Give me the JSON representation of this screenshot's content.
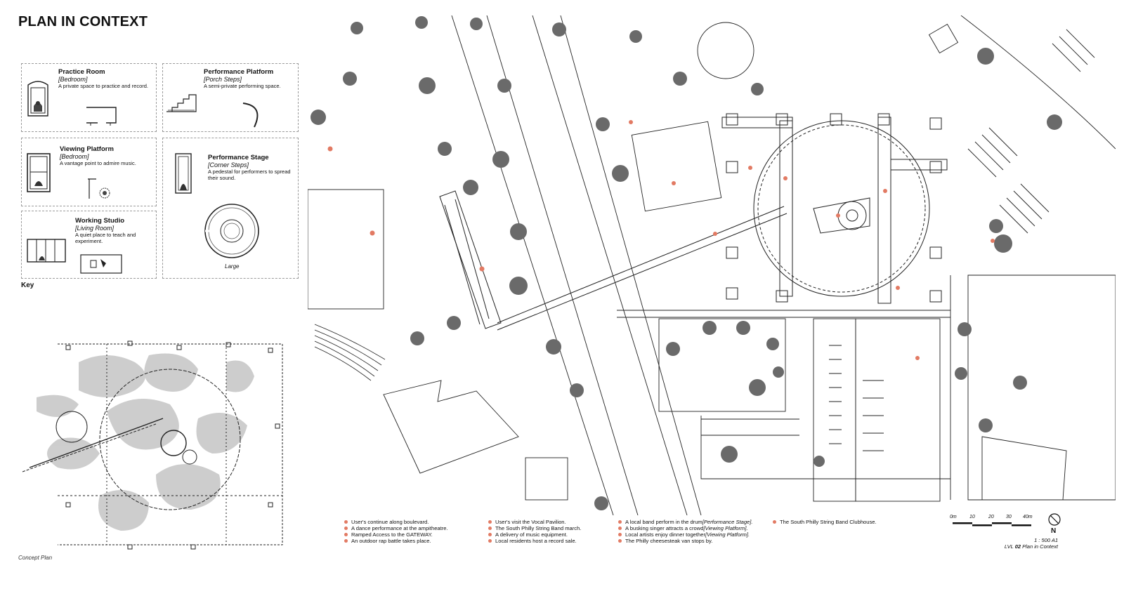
{
  "title": "PLAN IN CONTEXT",
  "key": {
    "label": "Key",
    "items": [
      {
        "name": "Practice Room",
        "sub": "[Bedroom]",
        "desc": "A private space to practice and record."
      },
      {
        "name": "Performance Platform",
        "sub": "[Porch Steps]",
        "desc": "A semi-private performing space."
      },
      {
        "name": "Viewing Platform",
        "sub": "[Bedroom]",
        "desc": "A vantage point to admire music."
      },
      {
        "name": "Performance Stage",
        "sub": "[Corner Steps]",
        "desc": "A pedestal for performers to spread their sound."
      },
      {
        "name": "Working Studio",
        "sub": "[Living Room]",
        "desc": "A quiet place to teach and experiment."
      }
    ],
    "large_label": "Large"
  },
  "concept_caption": "Concept Plan",
  "legend": {
    "col1": [
      "User's continue along boulevard.",
      "A dance performance at the ampitheatre.",
      "Ramped Access to the GATEWAY.",
      "An outdoor rap battle takes place."
    ],
    "col2": [
      "User's visit the Vocal Pavilion.",
      "The South Philly String Band march.",
      "A delivery of music equipment.",
      "Local residents host a record sale."
    ],
    "col3_prefix": [
      "A local band perform in the drum ",
      "A busking singer attracts a crowd ",
      "Local artists enjoy dinner together ",
      "The Philly cheesesteak van stops by."
    ],
    "col3_italic": [
      "[Performance Stage].",
      "[Viewing Platform].",
      "[Viewing Platform].",
      ""
    ],
    "col4": [
      "The South Philly String Band Clubhouse."
    ]
  },
  "scale": {
    "ticks": [
      "0m",
      "10",
      "20",
      "30",
      "40m"
    ],
    "ratio": "1 : 500 A1",
    "sheet_prefix": "LVL ",
    "sheet_num": "02",
    "sheet_suffix": " Plan in Context"
  },
  "north": "N",
  "colors": {
    "accent": "#e27a63",
    "line": "#222222",
    "tree": "#555555"
  }
}
